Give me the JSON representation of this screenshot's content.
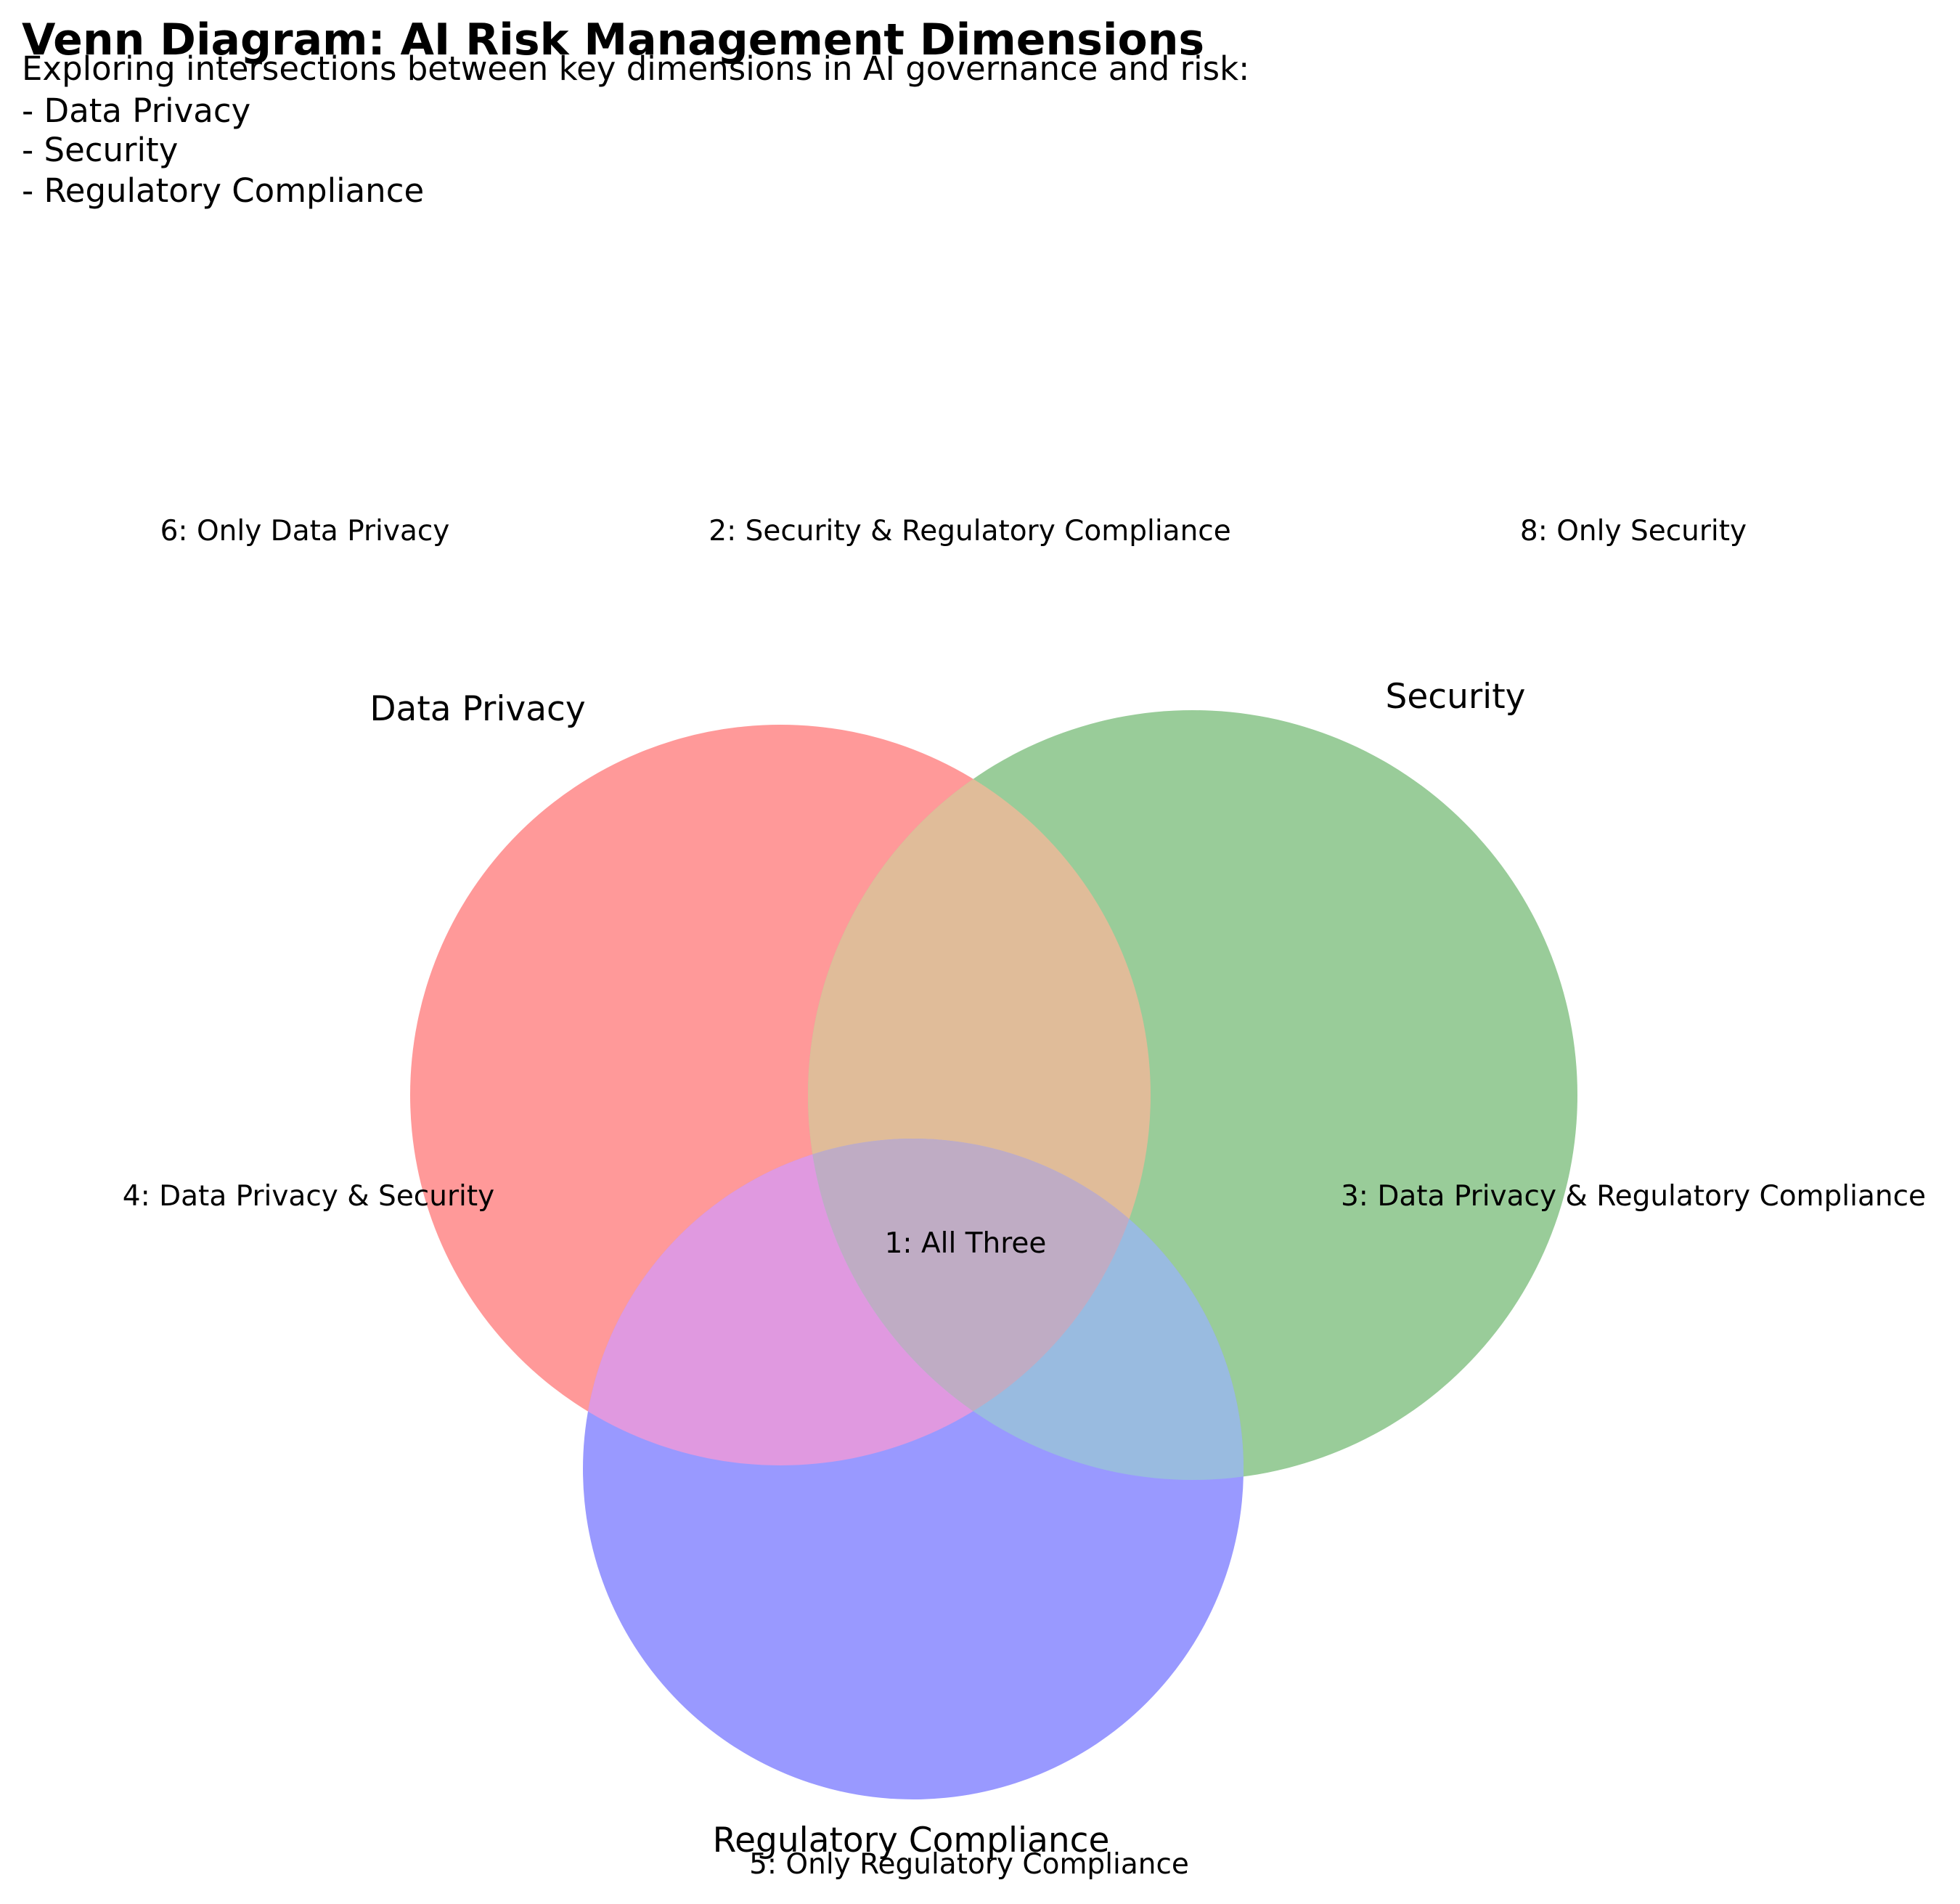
{
  "title": "Venn Diagram: AI Risk Management Dimensions",
  "subtitle_lines": [
    "Exploring intersections between key dimensions in AI governance and risk:",
    "- Data Privacy",
    "- Security",
    "- Regulatory Compliance"
  ],
  "sets": [
    {
      "name": "Data Privacy",
      "color": "#ff9999"
    },
    {
      "name": "Security",
      "color": "#99cc99"
    },
    {
      "name": "Regulatory Compliance",
      "color": "#9999ff"
    }
  ],
  "region_colors": {
    "privacy_security": "#e0bc99",
    "privacy_compliance": "#e099e0",
    "security_compliance": "#99bbe0",
    "all_three": "#bfacc4"
  },
  "region_labels": {
    "only_data_privacy": "6: Only Data Privacy",
    "security_and_compliance": "2: Security & Regulatory Compliance",
    "only_security": "8: Only Security",
    "data_privacy_and_security": "4: Data Privacy & Security",
    "data_privacy_and_compliance": "3: Data Privacy & Regulatory Compliance",
    "all_three": "1: All Three",
    "only_compliance": "5: Only Regulatory Compliance"
  }
}
